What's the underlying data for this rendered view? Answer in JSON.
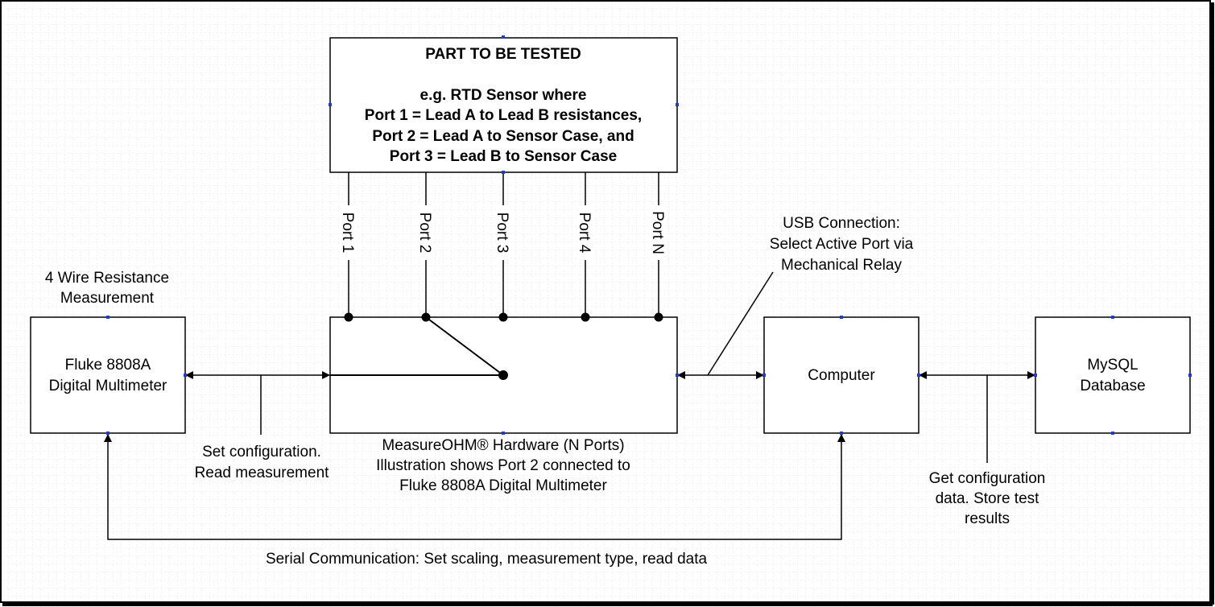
{
  "part_box": {
    "lines": [
      "PART TO BE TESTED",
      "",
      "e.g. RTD Sensor where",
      "Port 1 = Lead A to Lead B resistances,",
      "Port 2 = Lead A to Sensor Case, and",
      "Port 3 = Lead B to Sensor Case"
    ]
  },
  "ports": [
    "Port 1",
    "Port 2",
    "Port 3",
    "Port 4",
    "Port N"
  ],
  "multimeter": {
    "caption": [
      "4 Wire Resistance",
      "Measurement"
    ],
    "label": [
      "Fluke 8808A",
      "Digital Multimeter"
    ]
  },
  "hardware": {
    "caption": [
      "MeasureOHM® Hardware (N Ports)",
      "Illustration shows Port 2 connected to",
      "Fluke 8808A Digital Multimeter"
    ]
  },
  "computer": {
    "label": "Computer"
  },
  "database": {
    "label": [
      "MySQL",
      "Database"
    ]
  },
  "annotations": {
    "config": [
      "Set configuration.",
      "Read measurement"
    ],
    "usb": [
      "USB Connection:",
      "Select Active Port via",
      "Mechanical Relay"
    ],
    "db_link": [
      "Get configuration",
      "data. Store test",
      "results"
    ],
    "serial": "Serial Communication: Set scaling, measurement type, read data"
  },
  "colors": {
    "grid": "#c8c8c8",
    "line": "#000000",
    "handle": "#1f3fbf",
    "frame": "#000000"
  }
}
